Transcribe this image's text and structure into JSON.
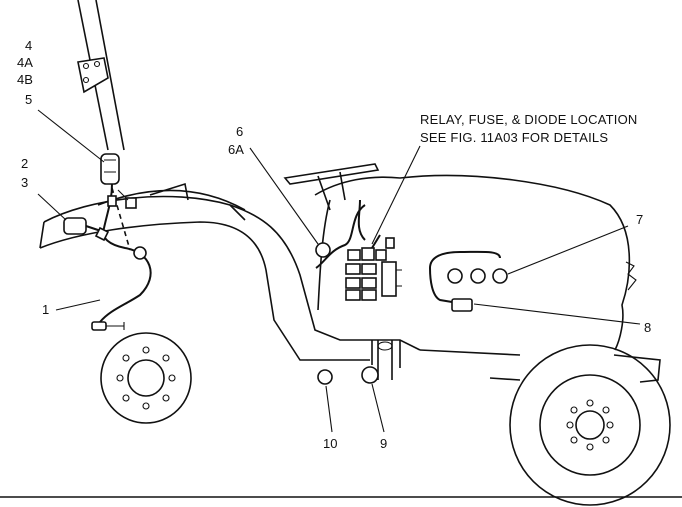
{
  "callouts": {
    "c4": "4",
    "c4a": "4A",
    "c4b": "4B",
    "c5": "5",
    "c2": "2",
    "c3": "3",
    "c1": "1",
    "c6": "6",
    "c6a": "6A",
    "c7": "7",
    "c8": "8",
    "c9": "9",
    "c10": "10"
  },
  "note": {
    "line1": "RELAY, FUSE, & DIODE LOCATION",
    "line2": "SEE FIG. 11A03 FOR DETAILS"
  }
}
